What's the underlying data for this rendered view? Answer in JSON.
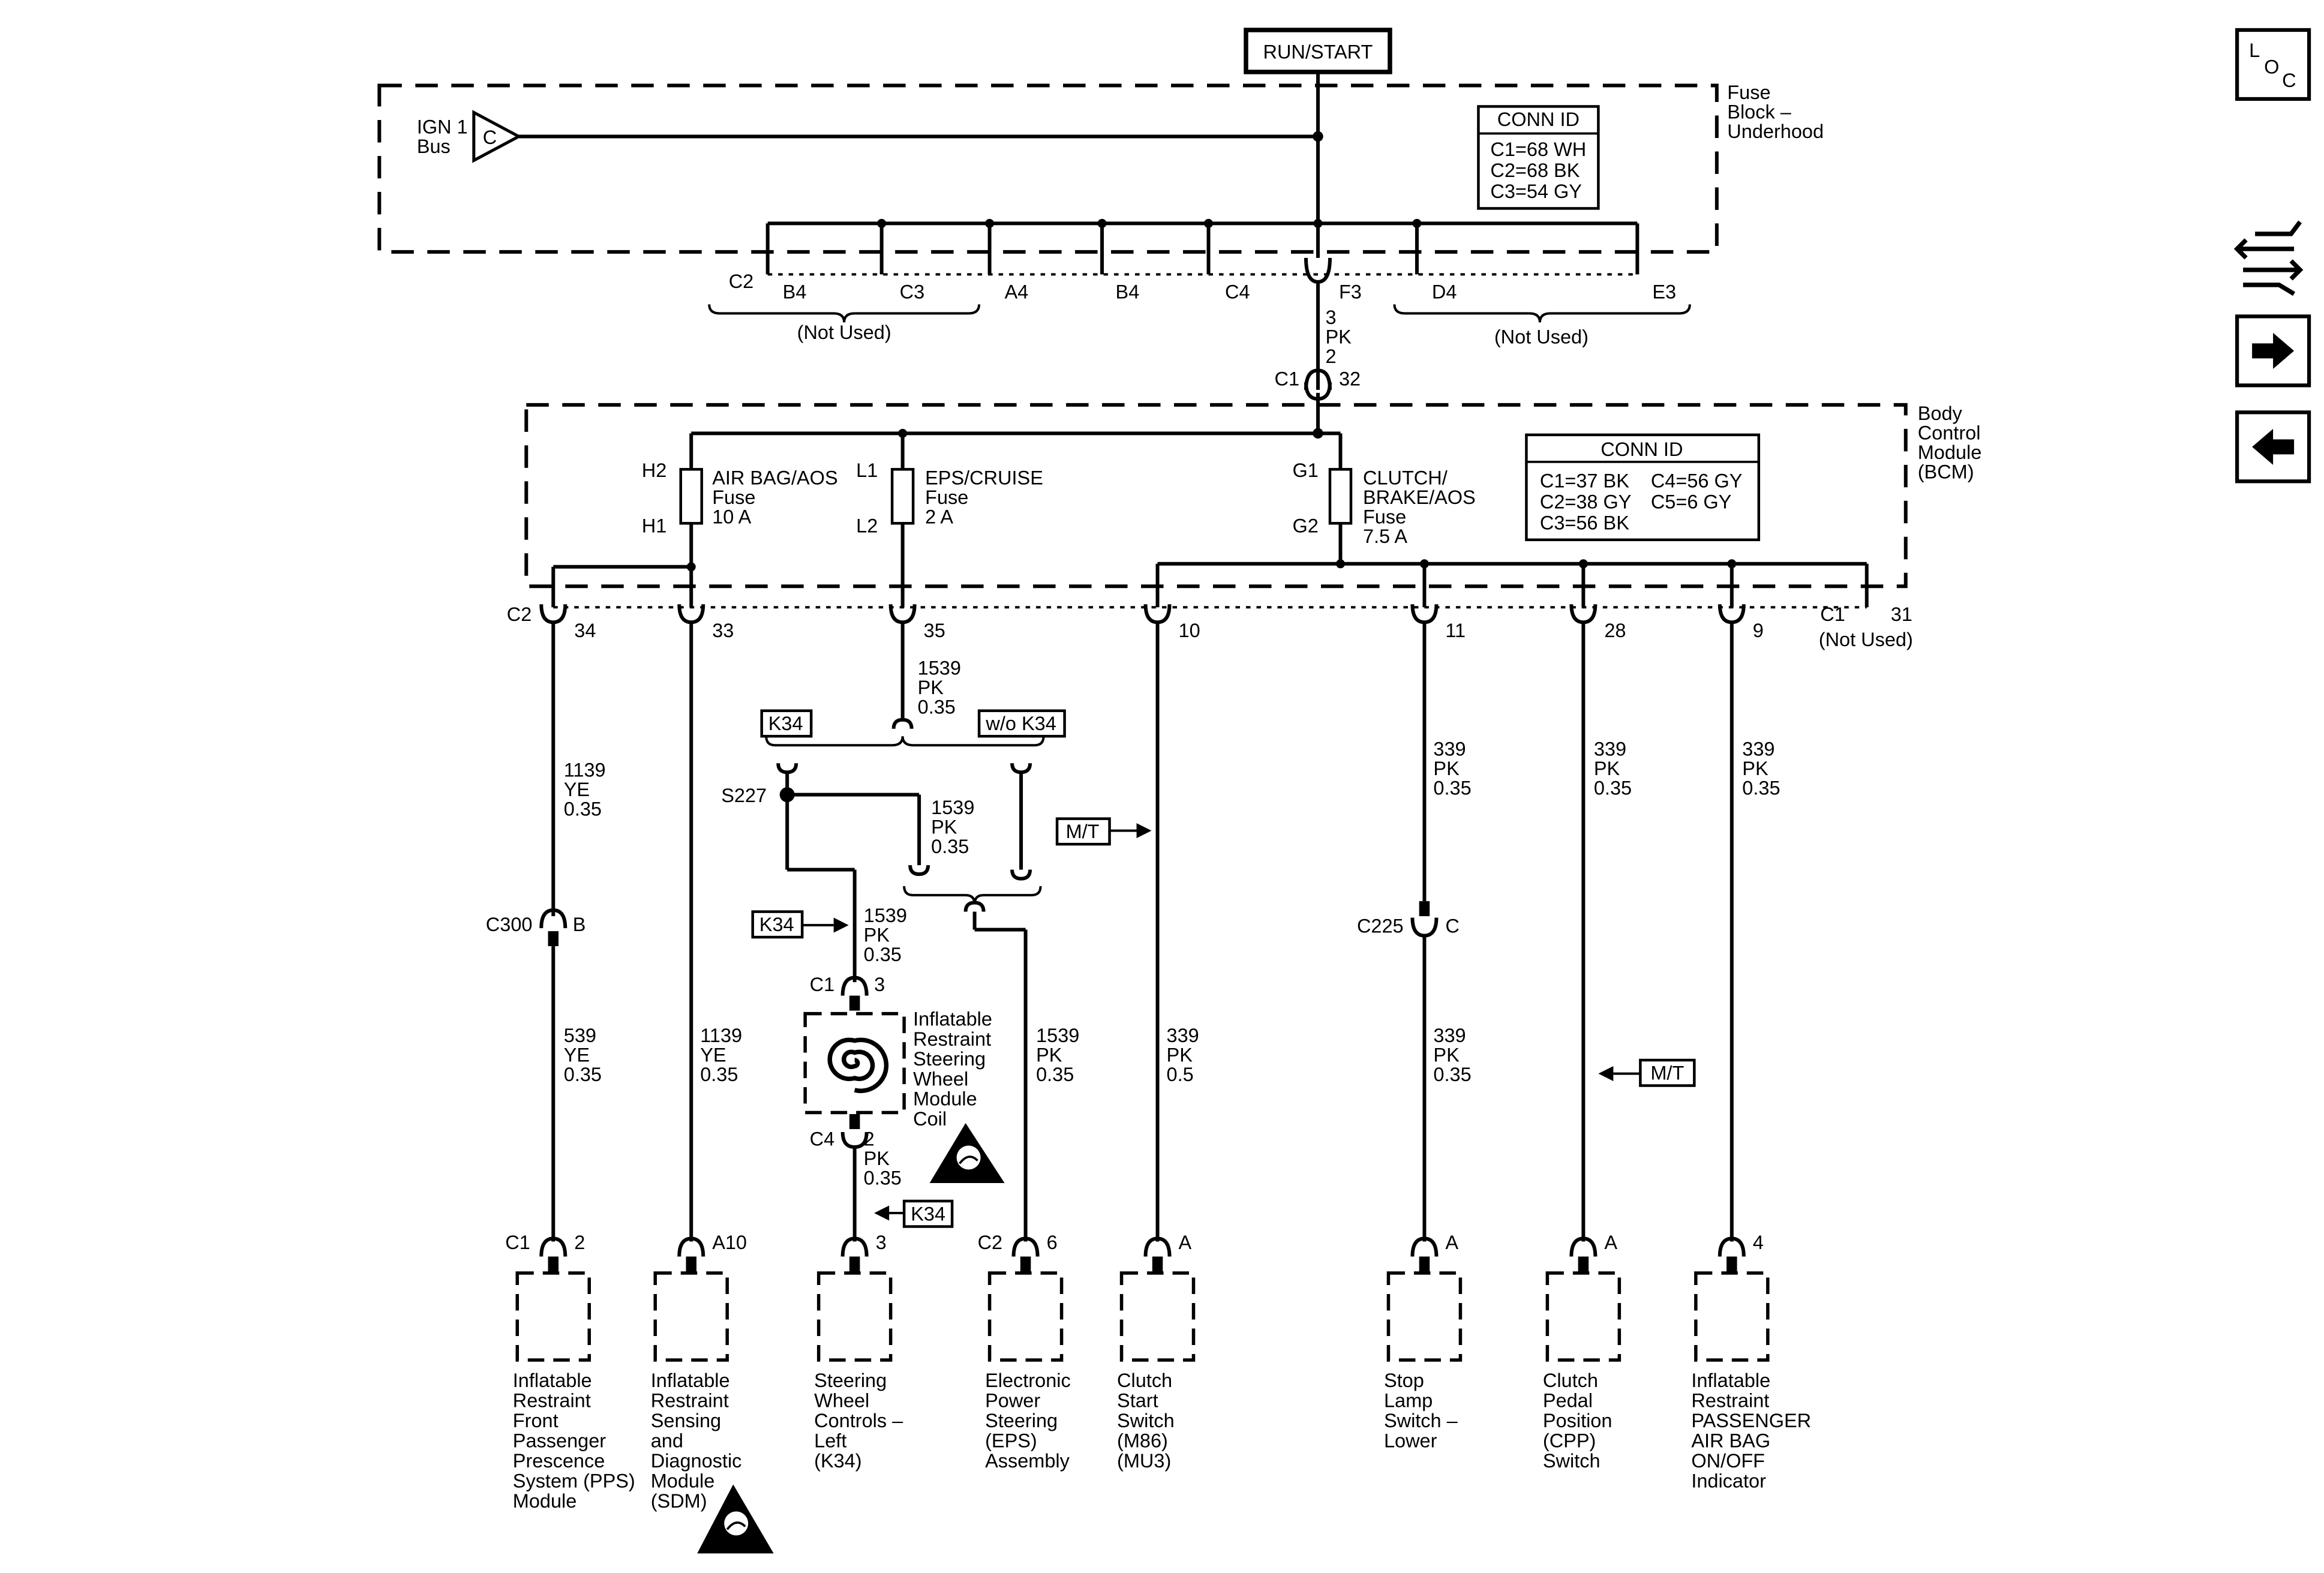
{
  "header": {
    "power_mode": "RUN/START"
  },
  "fuse_block": {
    "name_lines": [
      "Fuse",
      "Block –",
      "Underhood"
    ],
    "bus_lines": [
      "IGN 1",
      "Bus"
    ],
    "bus_letter": "C",
    "conn_id_title": "CONN ID",
    "conn_id_rows": [
      "C1=68 WH",
      "C2=68 BK",
      "C3=54 GY"
    ],
    "c2_label": "C2",
    "pins": [
      "B4",
      "C3",
      "A4",
      "B4",
      "C4",
      "F3",
      "D4",
      "E3"
    ],
    "not_used": "(Not Used)"
  },
  "feed_wire": {
    "lines": [
      "3",
      "PK",
      "2"
    ],
    "conn": "C1",
    "pin": "32"
  },
  "bcm": {
    "name_lines": [
      "Body",
      "Control",
      "Module",
      "(BCM)"
    ],
    "conn_id_title": "CONN ID",
    "conn_id_left": [
      "C1=37 BK",
      "C2=38 GY",
      "C3=56 BK"
    ],
    "conn_id_right": [
      "C4=56 GY",
      "C5=6 GY"
    ],
    "fuses": [
      {
        "top": "H2",
        "bottom": "H1",
        "lines": [
          "AIR BAG/AOS",
          "Fuse",
          "10 A"
        ]
      },
      {
        "top": "L1",
        "bottom": "L2",
        "lines": [
          "EPS/CRUISE",
          "Fuse",
          "2 A"
        ]
      },
      {
        "top": "G1",
        "bottom": "G2",
        "lines": [
          "CLUTCH/",
          "BRAKE/AOS",
          "Fuse",
          "7.5 A"
        ]
      }
    ],
    "c2_label": "C2",
    "c1_label": "C1",
    "pins": [
      "34",
      "33",
      "35",
      "10",
      "11",
      "28",
      "9",
      "31"
    ],
    "not_used": "(Not Used)"
  },
  "wires": {
    "w34": [
      "1139",
      "YE",
      "0.35"
    ],
    "w35": [
      "1539",
      "PK",
      "0.35"
    ],
    "splice_branch": [
      "1539",
      "PK",
      "0.35"
    ],
    "coil_in": [
      "1539",
      "PK",
      "0.35"
    ],
    "coil_out": [
      "2",
      "PK",
      "0.35"
    ],
    "w33": [
      "1139",
      "YE",
      "0.35"
    ],
    "w539": [
      "539",
      "YE",
      "0.35"
    ],
    "eps": [
      "1539",
      "PK",
      "0.35"
    ],
    "clutch_start": [
      "339",
      "PK",
      "0.5"
    ],
    "w11_upper": [
      "339",
      "PK",
      "0.35"
    ],
    "w11_lower": [
      "339",
      "PK",
      "0.35"
    ],
    "w28": [
      "339",
      "PK",
      "0.35"
    ],
    "w9": [
      "339",
      "PK",
      "0.35"
    ]
  },
  "options": {
    "k34": "K34",
    "wo_k34": "w/o K34",
    "mt": "M/T",
    "splice": "S227"
  },
  "inline_connectors": {
    "c300": {
      "name": "C300",
      "pin": "B"
    },
    "c225": {
      "name": "C225",
      "pin": "C"
    }
  },
  "coil": {
    "top_conn": "C1",
    "top_pin": "3",
    "bottom_conn": "C4",
    "lines": [
      "Inflatable",
      "Restraint",
      "Steering",
      "Wheel",
      "Module",
      "Coil"
    ]
  },
  "components": [
    {
      "conn": "C1",
      "pin": "2",
      "lines": [
        "Inflatable",
        "Restraint",
        "Front",
        "Passenger",
        "Prescence",
        "System (PPS)",
        "Module"
      ]
    },
    {
      "conn": "",
      "pin": "A10",
      "lines": [
        "Inflatable",
        "Restraint",
        "Sensing",
        "and",
        "Diagnostic",
        "Module",
        "(SDM)"
      ]
    },
    {
      "conn": "",
      "pin": "3",
      "lines": [
        "Steering",
        "Wheel",
        "Controls –",
        "Left",
        "(K34)"
      ]
    },
    {
      "conn": "C2",
      "pin": "6",
      "lines": [
        "Electronic",
        "Power",
        "Steering",
        "(EPS)",
        "Assembly"
      ]
    },
    {
      "conn": "",
      "pin": "A",
      "lines": [
        "Clutch",
        "Start",
        "Switch",
        "(M86)",
        "(MU3)"
      ]
    },
    {
      "conn": "",
      "pin": "A",
      "lines": [
        "Stop",
        "Lamp",
        "Switch –",
        "Lower"
      ]
    },
    {
      "conn": "",
      "pin": "A",
      "lines": [
        "Clutch",
        "Pedal",
        "Position",
        "(CPP)",
        "Switch"
      ]
    },
    {
      "conn": "",
      "pin": "4",
      "lines": [
        "Inflatable",
        "Restraint",
        "PASSENGER",
        "AIR BAG",
        "ON/OFF",
        "Indicator"
      ]
    }
  ],
  "side_nav": {
    "loc_letters": [
      "L",
      "O",
      "C"
    ],
    "items": [
      "loc-icon",
      "schematic-flow-icon",
      "next-page-arrow-icon",
      "previous-page-arrow-icon"
    ]
  }
}
